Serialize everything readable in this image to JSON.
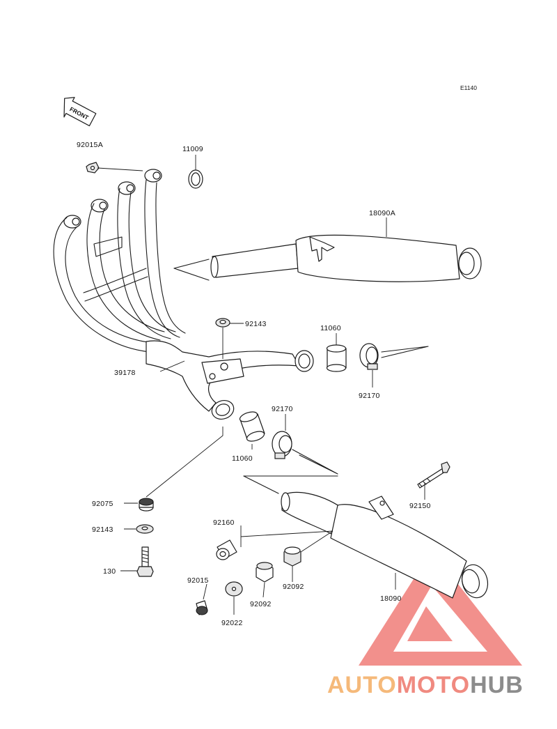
{
  "diagram": {
    "code": "E1140",
    "front_label": "FRONT",
    "parts": [
      {
        "id": "92015A"
      },
      {
        "id": "11009"
      },
      {
        "id": "18090A"
      },
      {
        "id": "92143"
      },
      {
        "id": "11060"
      },
      {
        "id": "92170"
      },
      {
        "id": "39178"
      },
      {
        "id": "92170"
      },
      {
        "id": "11060"
      },
      {
        "id": "92075"
      },
      {
        "id": "92143"
      },
      {
        "id": "130"
      },
      {
        "id": "92160"
      },
      {
        "id": "92150"
      },
      {
        "id": "92015"
      },
      {
        "id": "92022"
      },
      {
        "id": "92092"
      },
      {
        "id": "92092"
      },
      {
        "id": "18090"
      }
    ]
  },
  "watermark": {
    "part1": "AUTO",
    "part2": "MOTO",
    "part3": "HUB",
    "colors": {
      "auto": "#f5b97a",
      "moto": "#f08a80",
      "hub": "#8c8c8c",
      "triangle": "#f07d78"
    }
  }
}
